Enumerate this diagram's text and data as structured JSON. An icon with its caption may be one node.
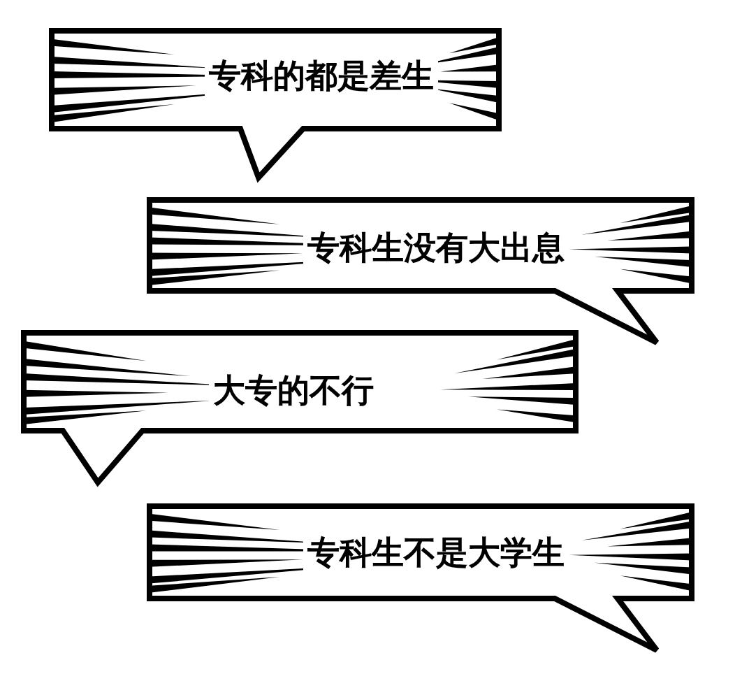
{
  "diagram": {
    "nodes": [
      {
        "text": [
          "专科的都是差生"
        ]
      },
      {
        "text": [
          "专科生没有大出息"
        ]
      },
      {
        "text": [
          "大专的不行"
        ]
      },
      {
        "text": [
          "专科生不是大学生"
        ]
      }
    ]
  }
}
